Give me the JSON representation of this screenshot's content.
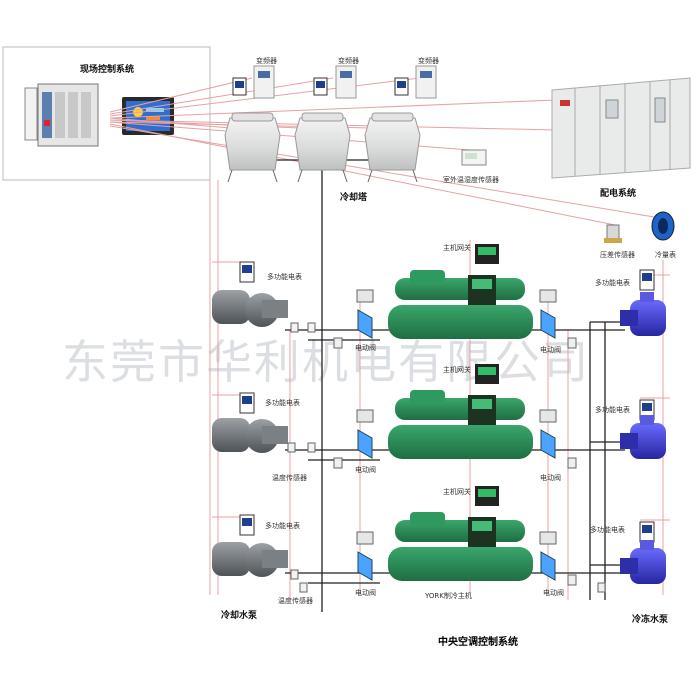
{
  "colors": {
    "red_line": "#e8a0a0",
    "black_line": "#222222",
    "chiller_green": "#2e8f5a",
    "pump_blue": "#3a3ac8",
    "pump_grey": "#6e7378",
    "cabinet": "#e9eaea"
  },
  "control_panel": {
    "title": "现场控制系统"
  },
  "inverters": {
    "label": "变频器"
  },
  "cooling_tower": {
    "label": "冷却塔"
  },
  "outdoor_sensor": {
    "label": "室外温湿度传感器"
  },
  "power_system": {
    "label": "配电系统"
  },
  "pressure_sensor": {
    "label": "压差传感器"
  },
  "chilled_pump_top": {
    "label": "冷量表"
  },
  "chiller": {
    "switch_label": "主机网关",
    "bottom_label": "YORK制冷主机"
  },
  "left_units": {
    "meter_label": "多功能电表",
    "temp_label": "温度传感器",
    "valve_label": "电动阀"
  },
  "right_units": {
    "meter_label": "多功能电表",
    "valve_label": "电动阀"
  },
  "cooling_pump": {
    "label": "冷却水泵"
  },
  "chilled_pump": {
    "label": "冷冻水泵"
  },
  "system_title": "中央空调控制系统",
  "watermark": "东莞市华利机电有限公司"
}
